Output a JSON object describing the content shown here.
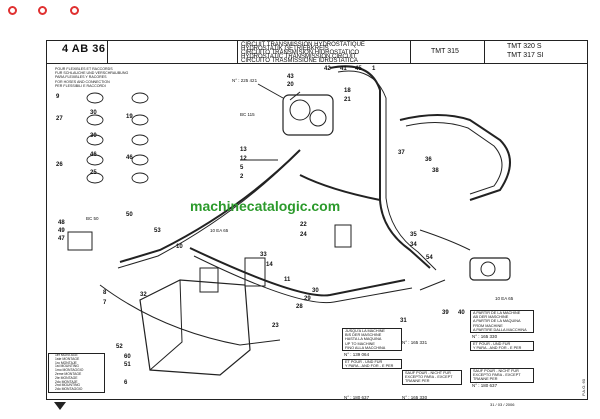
{
  "doc": {
    "ref_code": "4 AB 36",
    "title_lines": [
      "CIRCUIT TRANSMISSION HYDROSTATIQUE",
      "HYDROSTATIK GETRIEBKREIS",
      "CIRCUITO TRANSMISION HIDROSTATICO",
      "HYDROSTATIC TRANSMISSION CIRCUIT",
      "CIRCUITO TRASMISSIONE IDROSTATICA"
    ],
    "models": {
      "m1": "TMT 315",
      "m2a": "TMT 320 S",
      "m2b": "TMT 317 SI"
    },
    "watermark": "machinecatalogic.com",
    "date": "31 / 03 / 2006",
    "page_no": "P.A.O. 60"
  },
  "notes": [
    "POUR FLEXIBLES ET RACCORDS",
    "FUR SCHLAUCHE UND VERSCHRAUBUNG",
    "PARA FLEXIBLES Y RACORES",
    "FOR HOSES AND CONNECTION",
    "PER FLESSIBILI E RACCORDI"
  ],
  "refs": {
    "n225421": "N° : 225 421",
    "bc115": "BC 115",
    "bc50": "BC 50",
    "ea65a": "10 EA 65",
    "ea65b": "10 EA 65",
    "n165331": "N° : 165 331",
    "n139064": "N° : 139 064",
    "n180637": "N° : 180 637",
    "n165330a": "N° : 165 330",
    "n165330b": "N° : 165 330",
    "n180637b": "N° : 180 637"
  },
  "boxes": {
    "b1": [
      "JUSQU'A LA MACHINE",
      "BIS DER MASCHINE",
      "HASTA LA MAQUINA",
      "UP TO MACHINE",
      "FINO ALLA MACCHINA"
    ],
    "b2": [
      "ET POUR - UND FUR",
      "Y PARA - AND FOR - E PER"
    ],
    "b3": [
      "A PARTIR DE LA MACHINE",
      "AB DER MASCHINE",
      "A PARTIR DE LA MAQUINA",
      "FROM MACHINE",
      "A PARTIRE DALLA MACCHINA"
    ],
    "b4": [
      "ET POUR - UND FUR",
      "Y PARA - AND FOR - E PER"
    ],
    "b5": [
      "SAUF POUR - NICHT FUR",
      "EXCEPTO PARA - EXCEPT",
      "TRANNE PER"
    ],
    "b6": [
      "SAUF POUR - NICHT FUR",
      "EXCEPTO PARA - EXCEPT",
      "TRANNE PER"
    ]
  },
  "legend": [
    "1er MONTAGE",
    "1ste MONTAGE",
    "1ro MONTAJE",
    "1st MOUNTING",
    "1mo MONTAGGIO",
    "2eme MONTAGE",
    "2te MONTAGE",
    "2do MONTAJE",
    "2nd MOUNTING",
    "2do MONTAGGIO"
  ],
  "hose_rows": [
    {
      "left": "9",
      "right": ""
    },
    {
      "left": "30",
      "right": ""
    },
    {
      "left": "27",
      "right": "19"
    },
    {
      "left": "30",
      "right": ""
    },
    {
      "left": "46",
      "right": ""
    },
    {
      "left": "25",
      "right": ""
    },
    {
      "left": "26",
      "right": "46"
    }
  ],
  "labels": {
    "l42a": "42",
    "l41": "41",
    "l45": "45",
    "l1": "1",
    "l43": "43",
    "l20": "20",
    "l18": "18",
    "l21": "21",
    "l13a": "13",
    "l12a": "12",
    "l5": "5",
    "l2": "2",
    "l37": "37",
    "l38": "38",
    "l36": "36",
    "l35": "35",
    "l34": "34",
    "l50": "50",
    "l53": "53",
    "l10": "10",
    "l48": "48",
    "l49": "49",
    "l47": "47",
    "l23": "23",
    "l31": "31",
    "l39": "39",
    "l40": "40",
    "l24": "24",
    "l22": "22",
    "l11": "11",
    "l33": "33",
    "l14": "14",
    "l60": "60",
    "l51": "51",
    "l52": "52",
    "l6": "6",
    "l7": "7",
    "l8": "8",
    "l32": "32",
    "l28": "28",
    "l29": "29",
    "l30": "30",
    "l54": "54"
  },
  "colors": {
    "watermark": "#2b9a2b",
    "marker": "#e03030",
    "line": "#222222"
  },
  "icons": {
    "top_markers": "circle-marker-icon",
    "nav": "down-arrow-icon"
  }
}
